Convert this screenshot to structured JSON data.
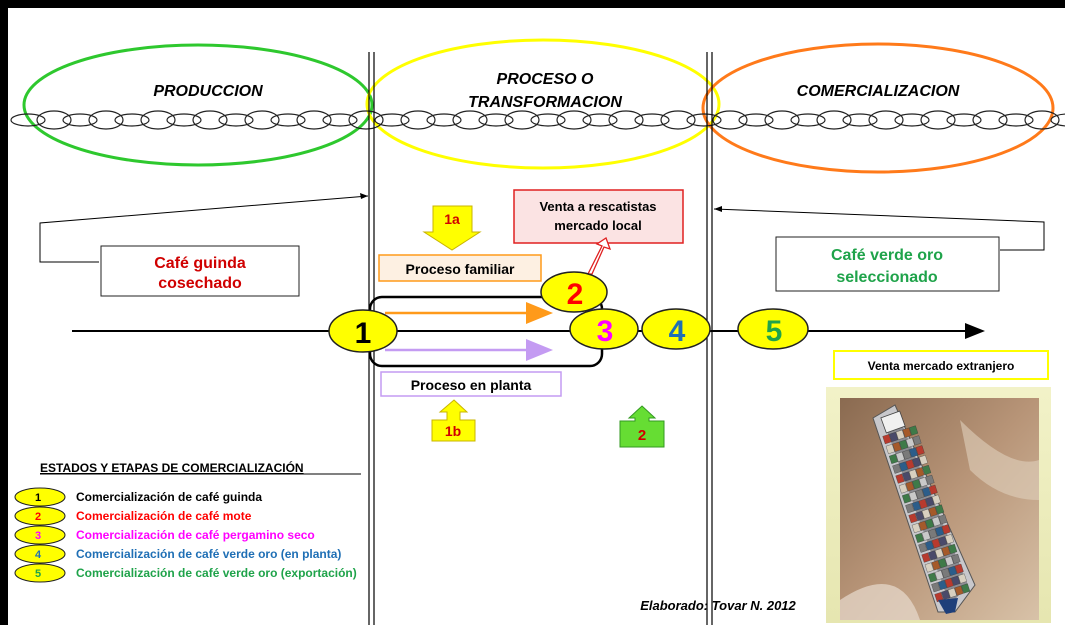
{
  "phases": {
    "production": "PRODUCCION",
    "process_line1": "PROCESO O",
    "process_line2": "TRANSFORMACION",
    "commerce": "COMERCIALIZACION"
  },
  "boxes": {
    "cafe_guinda_line1": "Café guinda",
    "cafe_guinda_line2": "cosechado",
    "cafe_verde_line1": "Café verde oro",
    "cafe_verde_line2": "seleccionado",
    "venta_rescatistas_line1": "Venta a rescatistas",
    "venta_rescatistas_line2": "mercado local",
    "proceso_familiar": "Proceso familiar",
    "proceso_planta": "Proceso en planta",
    "venta_extranjero": "Venta mercado extranjero"
  },
  "markers": {
    "m1": "1",
    "m2": "2",
    "m3": "3",
    "m4": "4",
    "m5": "5",
    "arrow_1a": "1a",
    "arrow_1b": "1b",
    "arrow_2": "2"
  },
  "legend": {
    "title": "ESTADOS Y ETAPAS DE COMERCIALIZACIÓN",
    "items": [
      {
        "num": "1",
        "text": "Comercialización de café guinda",
        "color": "#000000"
      },
      {
        "num": "2",
        "text": "Comercialización de café mote",
        "color": "#ff0000"
      },
      {
        "num": "3",
        "text": "Comercialización de café pergamino seco",
        "color": "#ff00ff"
      },
      {
        "num": "4",
        "text": "Comercialización de café verde oro (en planta)",
        "color": "#1f6fb5"
      },
      {
        "num": "5",
        "text": "Comercialización de café verde oro (exportación)",
        "color": "#1fa34a"
      }
    ]
  },
  "credit": "Elaborado: Tovar N. 2012",
  "colors": {
    "green": "#2ec82e",
    "yellow": "#ffff00",
    "orange": "#ff7a1a",
    "red": "#ff0000",
    "magenta": "#ff00ff",
    "blue": "#1f6fb5",
    "teal_green": "#1fa34a",
    "familiar_arrow": "#ff9a1a",
    "planta_arrow": "#c49bf2"
  }
}
